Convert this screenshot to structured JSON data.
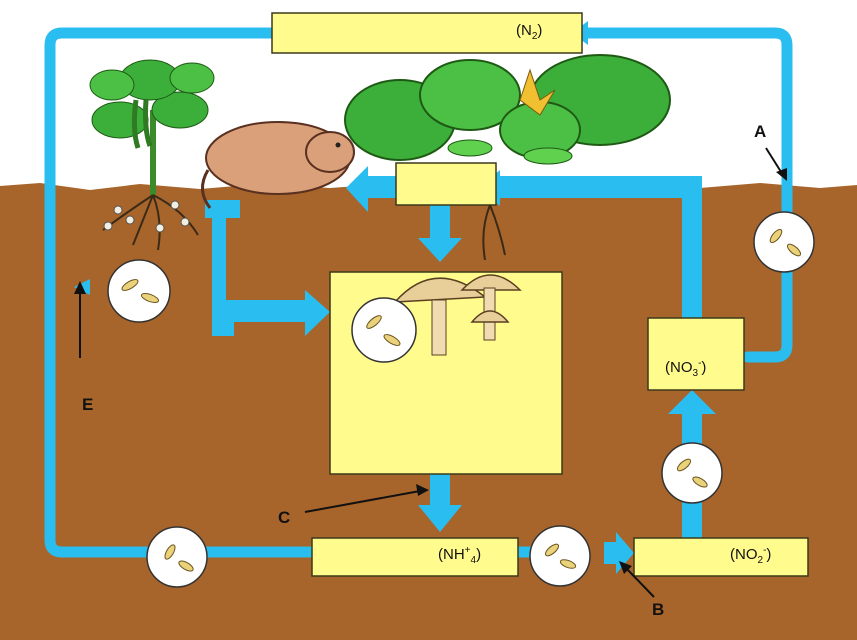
{
  "diagram": {
    "colors": {
      "soil": "#a8652b",
      "arrow": "#29bdf0",
      "box": "#fffb8c",
      "bacteria": "#e9d27a",
      "leaf": "#3cae3a",
      "mole": "#d9a07a",
      "mushroom": "#e8cf9a"
    },
    "boxes": {
      "n2": {
        "formula": "N",
        "sub": "2"
      },
      "nh4": {
        "formula": "NH",
        "sup": "+",
        "sub": "4"
      },
      "no2": {
        "formula": "NO",
        "sub": "2",
        "sup": "-"
      },
      "no3": {
        "formula": "NO",
        "sub": "3",
        "sup": "-"
      }
    },
    "letters": {
      "a": "A",
      "b": "B",
      "c": "C",
      "e": "E"
    },
    "icons": [
      "bacteria-icon",
      "mushroom-icon",
      "mole-icon",
      "bean-plant-icon",
      "squash-plant-icon"
    ]
  }
}
